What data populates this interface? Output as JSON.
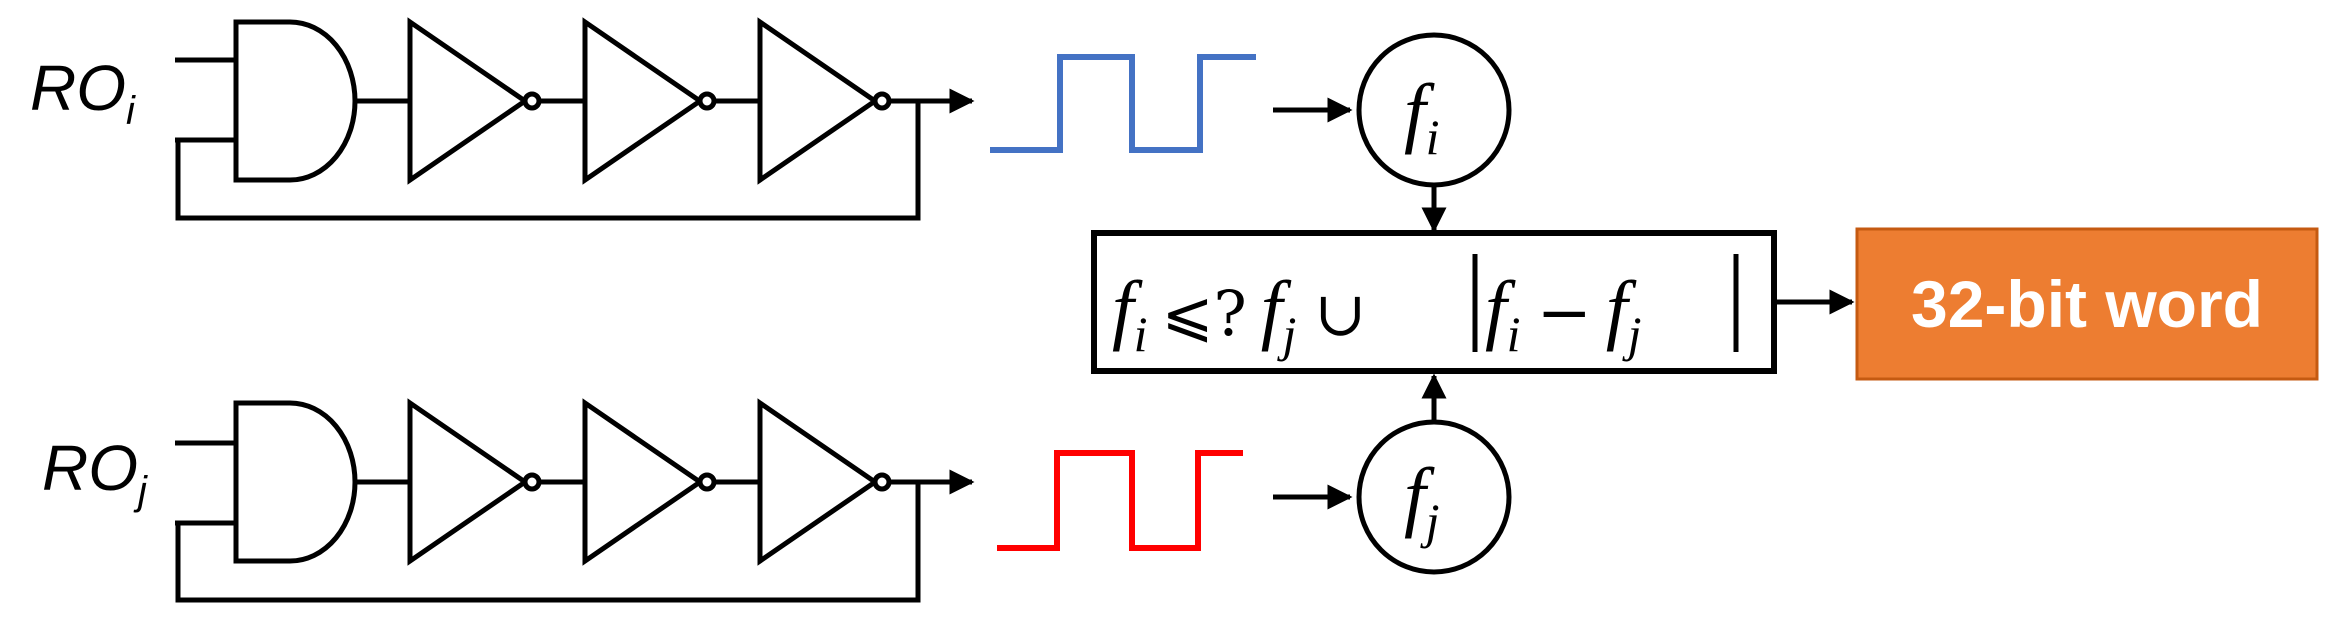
{
  "oscillators": [
    {
      "label_main": "RO",
      "label_sub": "i",
      "waveform_color": "#4472C4",
      "frequency_main": "f",
      "frequency_sub": "i"
    },
    {
      "label_main": "RO",
      "label_sub": "j",
      "waveform_color": "#FF0000",
      "frequency_main": "f",
      "frequency_sub": "j"
    }
  ],
  "comparator": {
    "f": "f",
    "sub_i": "i",
    "sub_j": "j",
    "compare_op": "⩽?",
    "union_op": "∪",
    "minus_op": "−"
  },
  "output": {
    "label": "32-bit word",
    "fill_color": "#ED7D31",
    "border_color": "#C55A11"
  },
  "icons": {
    "and_gate": "and-gate-icon",
    "inverter": "inverter-icon",
    "arrow": "arrow-icon"
  }
}
